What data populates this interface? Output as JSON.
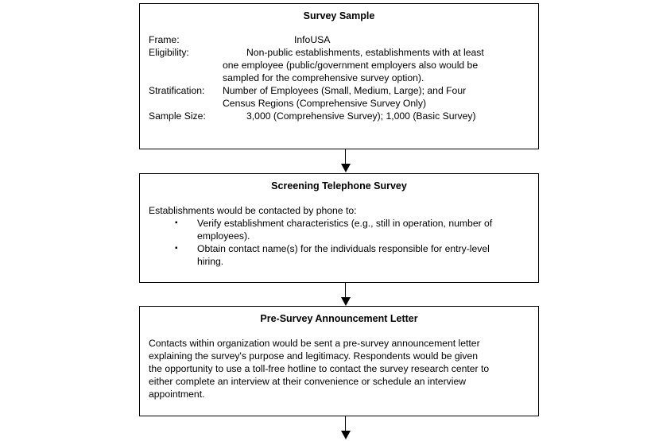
{
  "boxes": {
    "survey_sample": {
      "title": "Survey Sample",
      "frame_label": "Frame:",
      "frame_value": "InfoUSA",
      "eligibility_label": "Eligibility:",
      "eligibility_lines": [
        "Non-public establishments, establishments with at least",
        "one employee (public/government employers also would be",
        "sampled for the comprehensive survey option)."
      ],
      "stratification_label": "Stratification:",
      "stratification_lines": [
        "Number of Employees (Small, Medium, Large); and Four",
        "Census Regions (Comprehensive Survey Only)"
      ],
      "sample_size_label": "Sample Size:",
      "sample_size_value": "3,000 (Comprehensive Survey); 1,000 (Basic Survey)"
    },
    "screening": {
      "title": "Screening Telephone Survey",
      "intro": "Establishments would be contacted by phone to:",
      "bullet_glyph": "▪",
      "bullets": [
        [
          "Verify establishment characteristics (e.g., still in operation, number of",
          "employees)."
        ],
        [
          "Obtain contact name(s) for the individuals responsible for entry-level",
          "hiring."
        ]
      ]
    },
    "announcement": {
      "title": "Pre-Survey Announcement Letter",
      "lines": [
        "Contacts within organization would be sent a pre-survey announcement letter",
        "explaining the survey's purpose and legitimacy.  Respondents would be given",
        "the opportunity to use a toll-free hotline to contact the survey research center to",
        "either complete an interview at their convenience or schedule an interview",
        "appointment."
      ]
    }
  }
}
